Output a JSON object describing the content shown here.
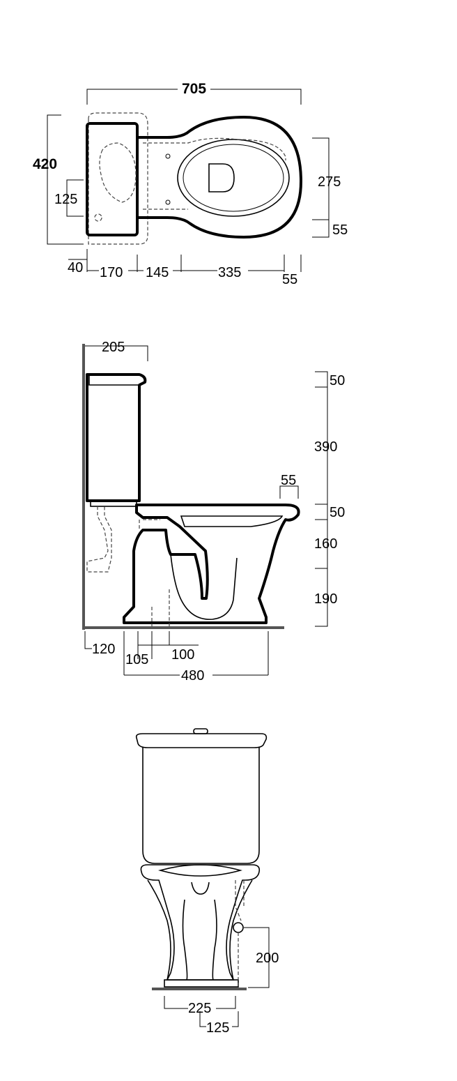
{
  "views": {
    "top": {
      "dimensions": {
        "overall_length": "705",
        "overall_width": "420",
        "cistern_hole": "125",
        "rim_depth": "275",
        "rim_front": "55",
        "offset_wall": "40",
        "cistern_depth": "170",
        "gap": "145",
        "bowl_length": "335",
        "bowl_front": "55"
      }
    },
    "side": {
      "dimensions": {
        "cistern_depth": "205",
        "lid_height": "50",
        "cistern_height": "390",
        "rim_lip": "55",
        "rim_height": "50",
        "bowl_height": "160",
        "base_height": "190",
        "outlet_from_wall": "120",
        "pan_to_outlet": "105",
        "outlet_width": "100",
        "overall_projection": "480"
      }
    },
    "front": {
      "dimensions": {
        "inlet_height": "200",
        "base_width": "225",
        "inlet_offset": "125"
      }
    }
  }
}
